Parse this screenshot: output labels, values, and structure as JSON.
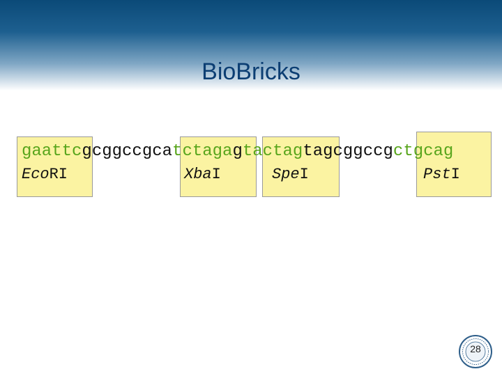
{
  "slide": {
    "title": "BioBricks",
    "page_number": "28"
  },
  "sequence": [
    {
      "text": "gaattc",
      "type": "site"
    },
    {
      "text": "gcggccgca",
      "type": "spacer"
    },
    {
      "text": "tctaga",
      "type": "site"
    },
    {
      "text": "g",
      "type": "spacer"
    },
    {
      "text": "tactag",
      "type": "site"
    },
    {
      "text": "tagcggccg",
      "type": "spacer"
    },
    {
      "text": "ctgcag",
      "type": "site"
    }
  ],
  "enzymes": {
    "ecori": {
      "italic": "Eco",
      "plain": "RI"
    },
    "xbai": {
      "italic": "Xba",
      "plain": "I"
    },
    "spei": {
      "italic": "Spe",
      "plain": "I"
    },
    "psti": {
      "italic": "Pst",
      "plain": "I"
    }
  },
  "colors": {
    "site_text": "#58a51c",
    "box_fill": "#fbf3a2",
    "title": "#0c3e73"
  }
}
